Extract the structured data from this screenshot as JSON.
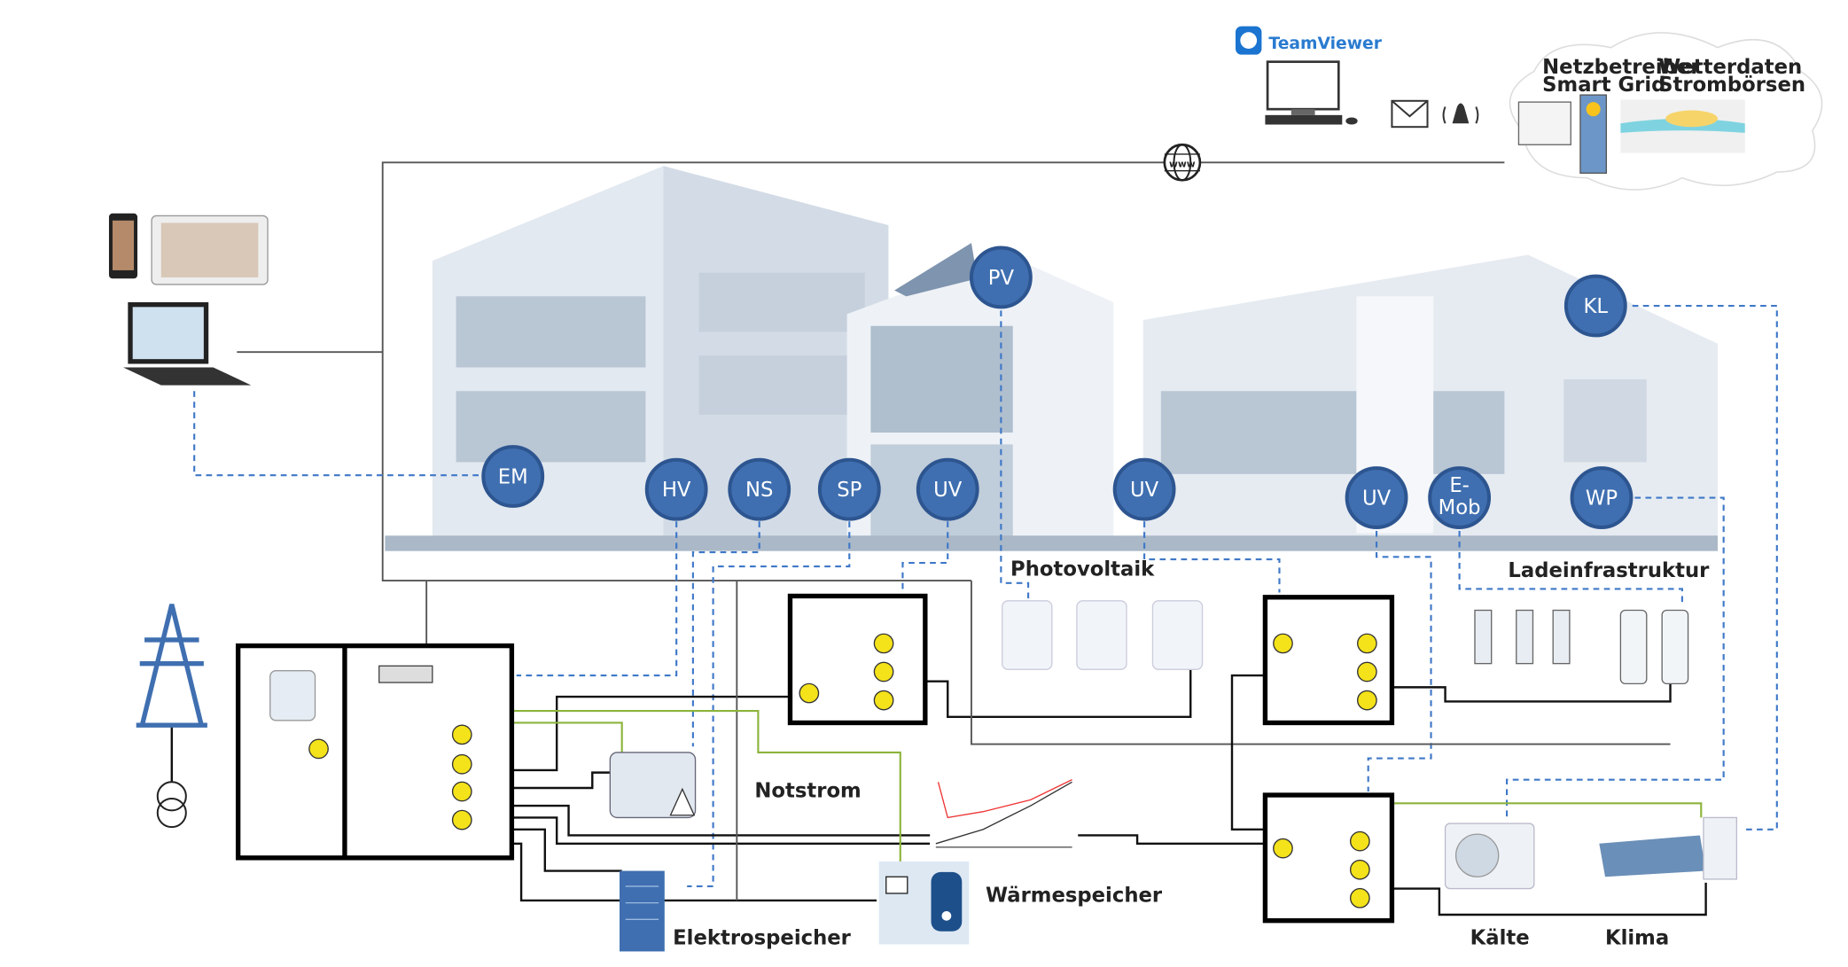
{
  "title": "",
  "remote": {
    "teamviewer": "TeamViewer"
  },
  "cloud": {
    "grid_operator": [
      "Netzbetreiber",
      "Smart Grid"
    ],
    "weather_market": [
      "Wetterdaten",
      "Strombörsen"
    ]
  },
  "internet_label": "www",
  "nodes": {
    "em": "EM",
    "hv": "HV",
    "ns": "NS",
    "sp": "SP",
    "uv1": "UV",
    "uv2": "UV",
    "uv3": "UV",
    "emob": [
      "E-",
      "Mob"
    ],
    "wp": "WP",
    "pv": "PV",
    "kl": "KL"
  },
  "labels": {
    "photovoltaik": "Photovoltaik",
    "ladeinfrastruktur": "Ladeinfrastruktur",
    "notstrom": "Notstrom",
    "waermespeicher": "Wärmespeicher",
    "elektrospeicher": "Elektrospeicher",
    "kaelte": "Kälte",
    "klima": "Klima"
  },
  "colors": {
    "node": "#3f6fb0",
    "dashed_link": "#3f78c8",
    "building": "#dfe6ee",
    "meter": "#f4e21a",
    "signal_wire": "#8cb43c"
  }
}
